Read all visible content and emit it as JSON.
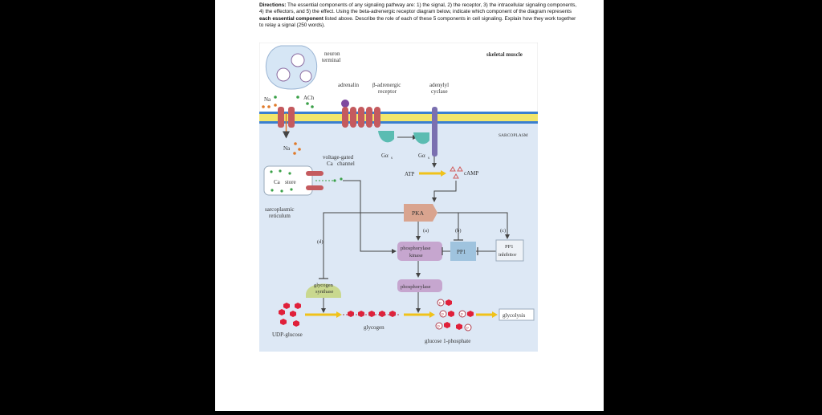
{
  "directions": {
    "label": "Directions:",
    "text_before_bold": " The essential components of any signaling pathway are: 1) the signal, 2) the receptor, 3) the intracellular signaling components, 4) the effectors, and 5) the effect. Using the beta-adrenergic receptor diagram below, indicate which component of the diagram represents ",
    "bold": "each essential component",
    "text_after_bold": " listed above. Describe the role of each of these 5 components in cell signaling. Explain how they work together to relay a signal (250 words)."
  },
  "figure": {
    "labels": {
      "neuron": "neuron",
      "terminal": "terminal",
      "skeletal_muscle": "skeletal muscle",
      "na_out": "Na",
      "ach": "ACh",
      "adrenalin": "adrenalin",
      "b_adrenergic": "β-adrenergic",
      "receptor": "receptor",
      "adenylyl": "adenylyl",
      "cyclase": "cyclase",
      "sarcoplasm": "SARCOPLASM",
      "na_in": "Na",
      "vg1": "voltage-gated",
      "vg2": "Ca",
      "vg3": "channel",
      "ga1": "Gα",
      "ga2": "Gα",
      "sub_s": "s",
      "atp": "ATP",
      "camp": "cAMP",
      "ca_store": "Ca",
      "ca_store2": "store",
      "sarco1": "sarcoplasmic",
      "sarco2": "reticulum",
      "pka": "PKA",
      "a": "(a)",
      "b": "(b)",
      "c": "(c)",
      "d": "(d)",
      "phk1": "phosphorylase",
      "phk2": "kinase",
      "pp1": "PP1",
      "pp1i1": "PP1",
      "pp1i2": "inhibitor",
      "gs1": "glycogen",
      "gs2": "synthase",
      "phos": "phosphorylase",
      "glycolysis": "glycolysis",
      "glycogen": "glycogen",
      "udp": "UDP-glucose",
      "g1p": "glucose 1-phosphate",
      "p": "P"
    },
    "colors": {
      "cytoplasm": "#dde8f5",
      "membrane_yellow": "#f2e66b",
      "membrane_blue": "#3a7fd0",
      "receptor": "#c45a5e",
      "g_protein": "#5bbcb2",
      "cyclase": "#7a6fb0",
      "pka": "#d9a48f",
      "phosphorylase": "#c6a6cf",
      "pp1": "#9fc3de",
      "glycogen_synthase": "#c9d88f",
      "glucose_red": "#e0203a",
      "arrow_yellow": "#f0c21a"
    }
  }
}
